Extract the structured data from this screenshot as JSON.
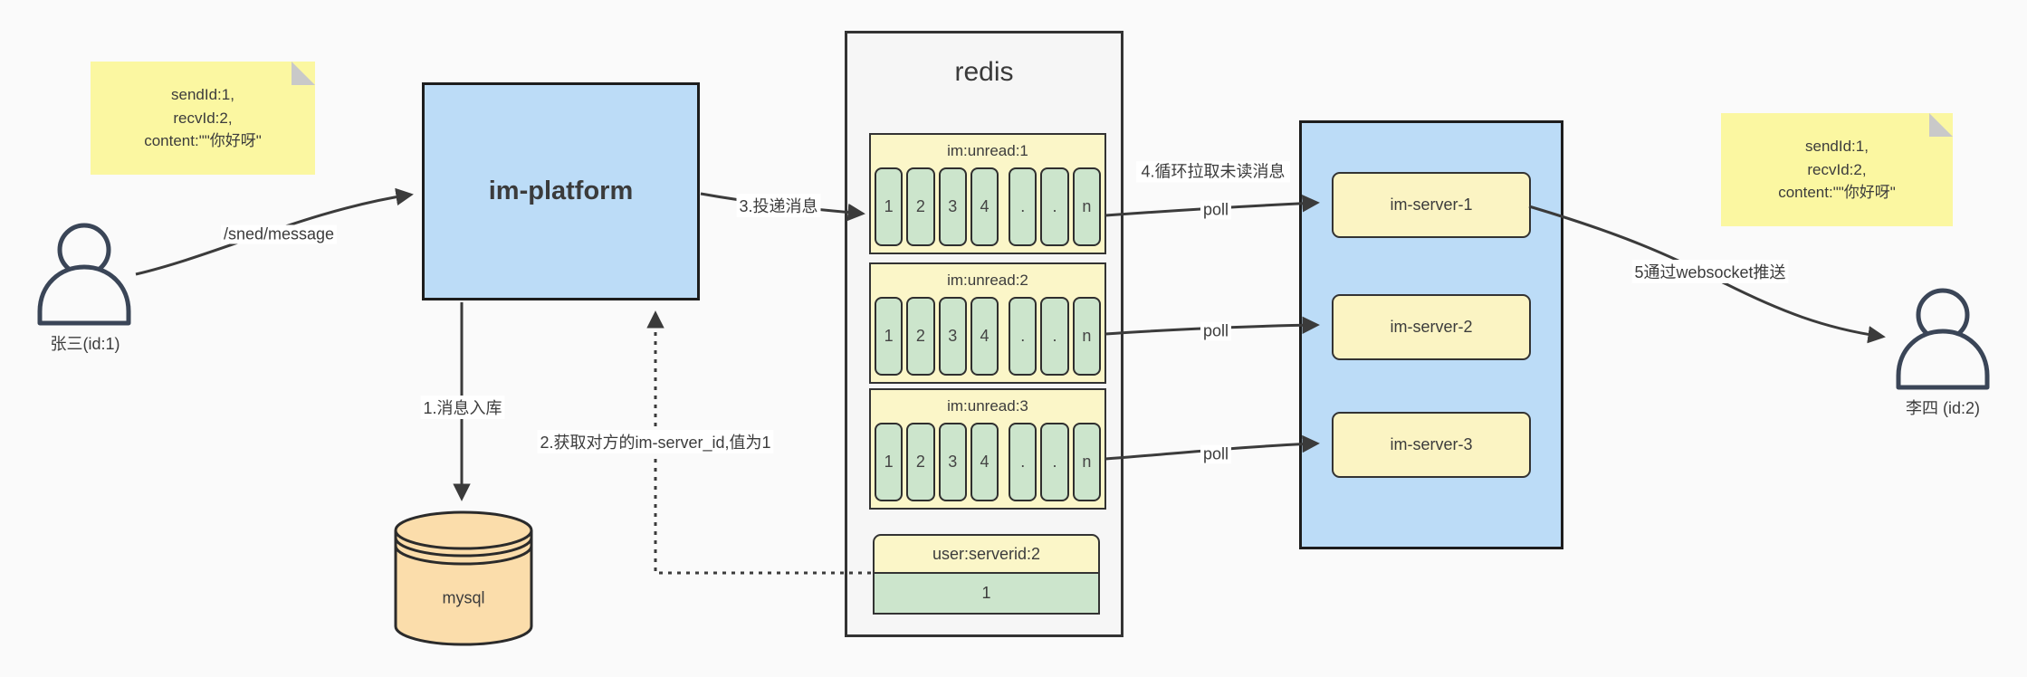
{
  "colors": {
    "canvas_bg": "#fafafa",
    "note_yellow": "#fbf7a1",
    "note_fold_gray": "#c9c9c9",
    "node_blue": "#bcdcf7",
    "group_yellow": "#fbf6c8",
    "server_yellow": "#fbf4c3",
    "cell_green": "#cce5cc",
    "mysql_tan": "#fbddab",
    "line_dark": "#3b3b3b"
  },
  "sticky_note_left": {
    "line1": "sendId:1,",
    "line2": "recvId:2,",
    "line3": "content:\"\"你好呀\""
  },
  "sticky_note_right": {
    "line1": "sendId:1,",
    "line2": "recvId:2,",
    "line3": "content:\"\"你好呀\""
  },
  "sender": {
    "label": "张三(id:1)"
  },
  "receiver": {
    "label": "李四 (id:2)"
  },
  "im_platform": {
    "label": "im-platform"
  },
  "mysql": {
    "label": "mysql"
  },
  "redis": {
    "title": "redis",
    "queues": [
      {
        "title": "im:unread:1",
        "cells": [
          "1",
          "2",
          "3",
          "4",
          ".",
          ".",
          "n"
        ]
      },
      {
        "title": "im:unread:2",
        "cells": [
          "1",
          "2",
          "3",
          "4",
          ".",
          ".",
          "n"
        ]
      },
      {
        "title": "im:unread:3",
        "cells": [
          "1",
          "2",
          "3",
          "4",
          ".",
          ".",
          "n"
        ]
      }
    ],
    "server_map": {
      "title": "user:serverid:2",
      "value": "1"
    }
  },
  "im_server_cluster": {
    "servers": [
      {
        "label": "im-server-1"
      },
      {
        "label": "im-server-2"
      },
      {
        "label": "im-server-3"
      }
    ]
  },
  "edge_labels": {
    "send_api": "/sned/message",
    "step1": "1.消息入库",
    "step2": "2.获取对方的im-server_id,值为1",
    "step3": "3.投递消息",
    "step4": "4.循环拉取未读消息",
    "poll": "poll",
    "step5": "5通过websocket推送"
  }
}
